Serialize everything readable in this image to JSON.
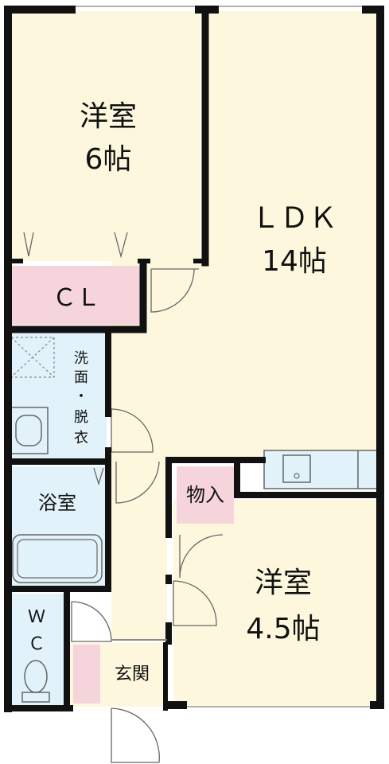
{
  "rooms": {
    "western_room_1": {
      "name": "洋室",
      "size": "6帖"
    },
    "ldk": {
      "name": "ＬＤＫ",
      "size": "14帖"
    },
    "closet": {
      "name": "ＣＬ"
    },
    "washroom": {
      "name_line1": "洗",
      "name_line2": "面",
      "sep": "・",
      "name_line3": "脱",
      "name_line4": "衣"
    },
    "bath": {
      "name": "浴室"
    },
    "storage": {
      "name": "物入"
    },
    "western_room_2": {
      "name": "洋室",
      "size": "4.5帖"
    },
    "toilet": {
      "name_line1": "Ｗ",
      "name_line2": "Ｃ"
    },
    "entrance": {
      "name": "玄関"
    }
  },
  "colors": {
    "room_fill": "#fdf8dd",
    "wet_fill": "#e2f2fa",
    "closet_fill": "#f6d4dc",
    "wall": "#111111",
    "line": "#666666"
  }
}
